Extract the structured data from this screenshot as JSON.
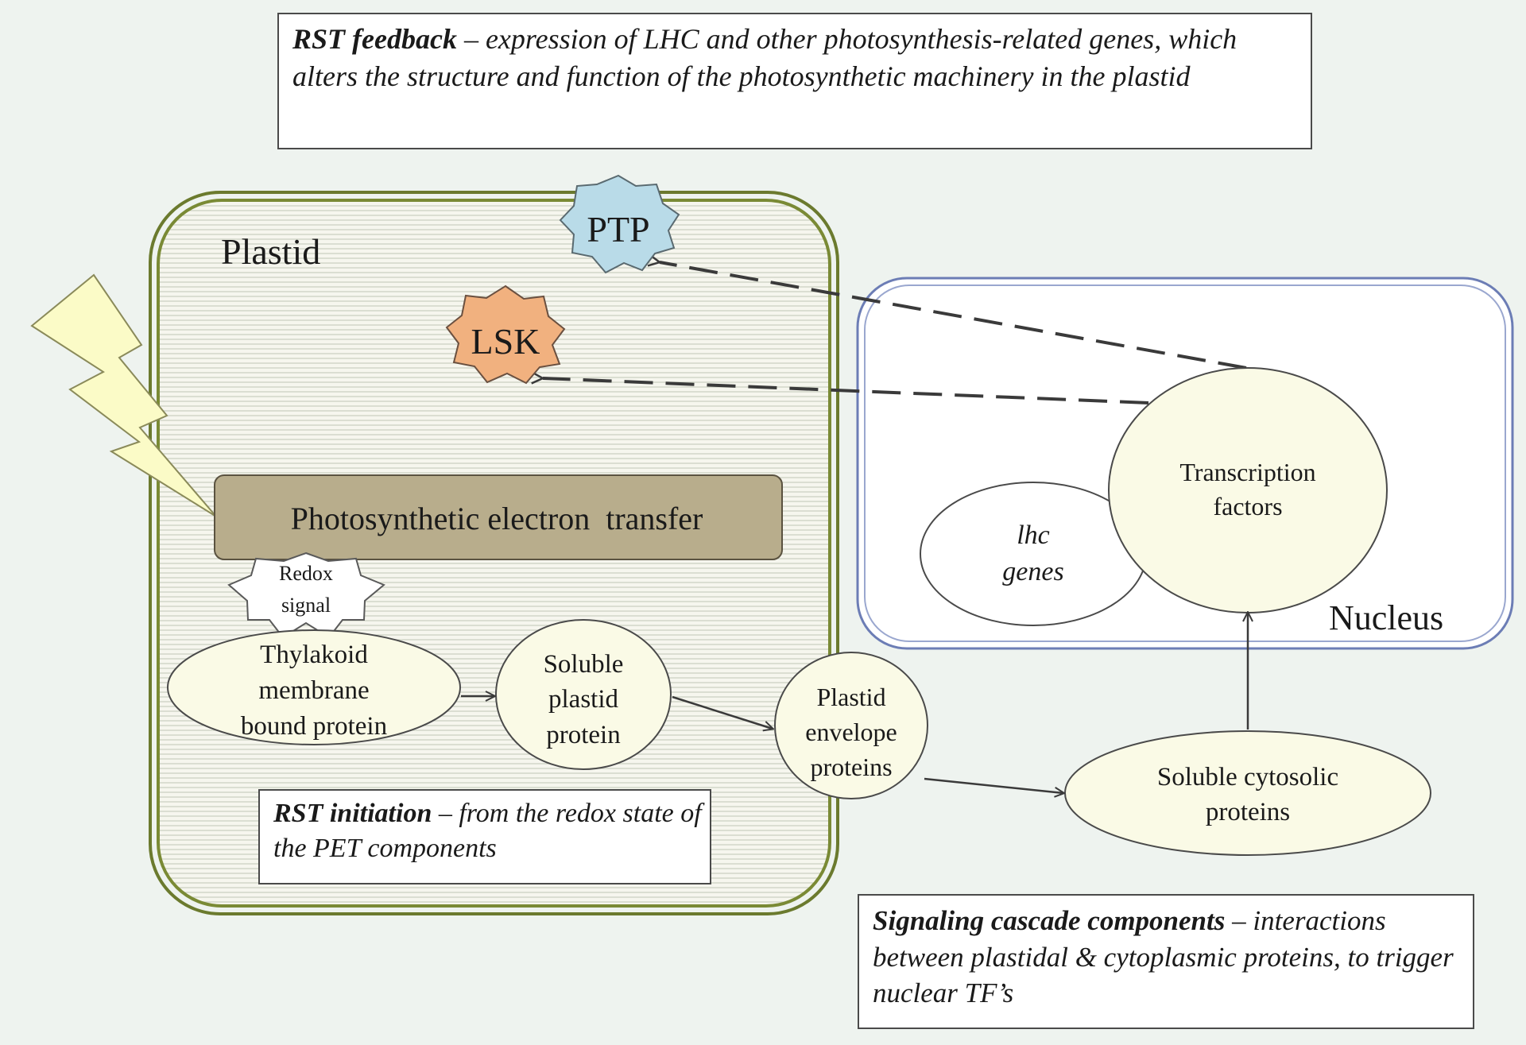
{
  "feedback_box": {
    "heading": "RST feedback",
    "body": "– expression of LHC and other photosynthesis-related genes, which alters the structure and function of the photosynthetic machinery in the plastid"
  },
  "plastid": {
    "label": "Plastid",
    "ptp": "PTP",
    "lsk": "LSK",
    "pet_label": "Photosynthetic electron  transfer",
    "redox_line1": "Redox",
    "redox_line2": "signal",
    "thylakoid_line1": "Thylakoid",
    "thylakoid_line2": "membrane",
    "thylakoid_line3": "bound protein",
    "soluble_line1": "Soluble",
    "soluble_line2": "plastid",
    "soluble_line3": "protein",
    "envelope_line1": "Plastid",
    "envelope_line2": "envelope",
    "envelope_line3": "proteins"
  },
  "initiation_box": {
    "heading": "RST initiation",
    "body": "– from the redox state of  the PET components"
  },
  "nucleus": {
    "label": "Nucleus",
    "lhc_line1": "lhc",
    "lhc_line2": "genes",
    "tf_line1": "Transcription",
    "tf_line2": "factors"
  },
  "cytosol": {
    "line1": "Soluble cytosolic",
    "line2": "proteins"
  },
  "cascade_box": {
    "heading": "Signaling cascade components",
    "body": "– interactions between plastidal & cytoplasmic proteins, to trigger nuclear TF’s"
  },
  "colors": {
    "background": "#eef3ef",
    "plastid_border": "#6b7a2e",
    "pet_fill": "#b8ad8c",
    "node_fill": "#fafae6",
    "ptp_fill": "#b9dbe8",
    "lsk_fill": "#f1b17f",
    "lightning_fill": "#fbfbc7",
    "nucleus_border": "#6c7db5"
  }
}
